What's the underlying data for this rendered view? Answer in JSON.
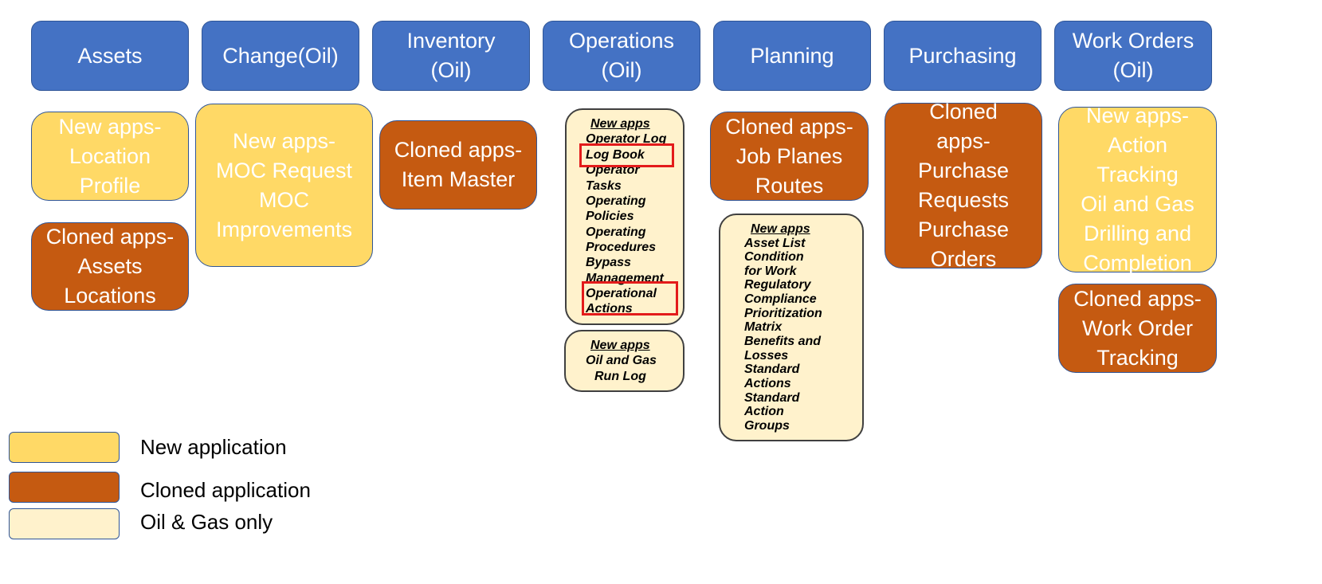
{
  "colors": {
    "header": "#4472C4",
    "new_application": "#FFD966",
    "cloned_application": "#C55A11",
    "oil_gas_only": "#FFF2CC",
    "highlight": "#E31B1B"
  },
  "headers": [
    "Assets",
    "Change(Oil)",
    "Inventory\n(Oil)",
    "Operations\n(Oil)",
    "Planning",
    "Purchasing",
    "Work Orders\n(Oil)"
  ],
  "boxes": {
    "assets_new": "New apps-\nLocation\nProfile",
    "assets_cloned": "Cloned apps-\nAssets\nLocations",
    "change_new": "New apps-\nMOC Request\nMOC\nImprovements",
    "inventory_cloned": "Cloned apps-\nItem Master",
    "planning_cloned": "Cloned apps-\nJob  Planes\nRoutes",
    "purchasing_cloned": "Cloned\napps-\nPurchase\nRequests\nPurchase\nOrders",
    "workorders_new": "New apps-\nAction\nTracking\nOil and Gas\nDrilling and\nCompletion",
    "workorders_cloned": "Cloned apps-\nWork Order\nTracking"
  },
  "operations_list": {
    "heading": "New apps",
    "items": [
      "Operator Log",
      "Log Book",
      "Operator",
      "Tasks",
      "Operating",
      "Policies",
      "Operating",
      "Procedures",
      "Bypass",
      "Management",
      "Operational",
      "Actions"
    ]
  },
  "operations_runlog": {
    "heading": "New apps",
    "lines": [
      "Oil and Gas",
      "Run Log"
    ]
  },
  "planning_list": {
    "heading": "New apps",
    "items": [
      "Asset List",
      "Condition",
      "for Work",
      "Regulatory",
      "Compliance",
      "Prioritization",
      "Matrix",
      "Benefits and",
      "Losses",
      "Standard",
      "Actions",
      "Standard",
      "Action",
      "Groups"
    ]
  },
  "legend": [
    {
      "label": "New application",
      "color": "#FFD966"
    },
    {
      "label": "Cloned application",
      "color": "#C55A11"
    },
    {
      "label": "Oil & Gas only",
      "color": "#FFF2CC"
    }
  ]
}
